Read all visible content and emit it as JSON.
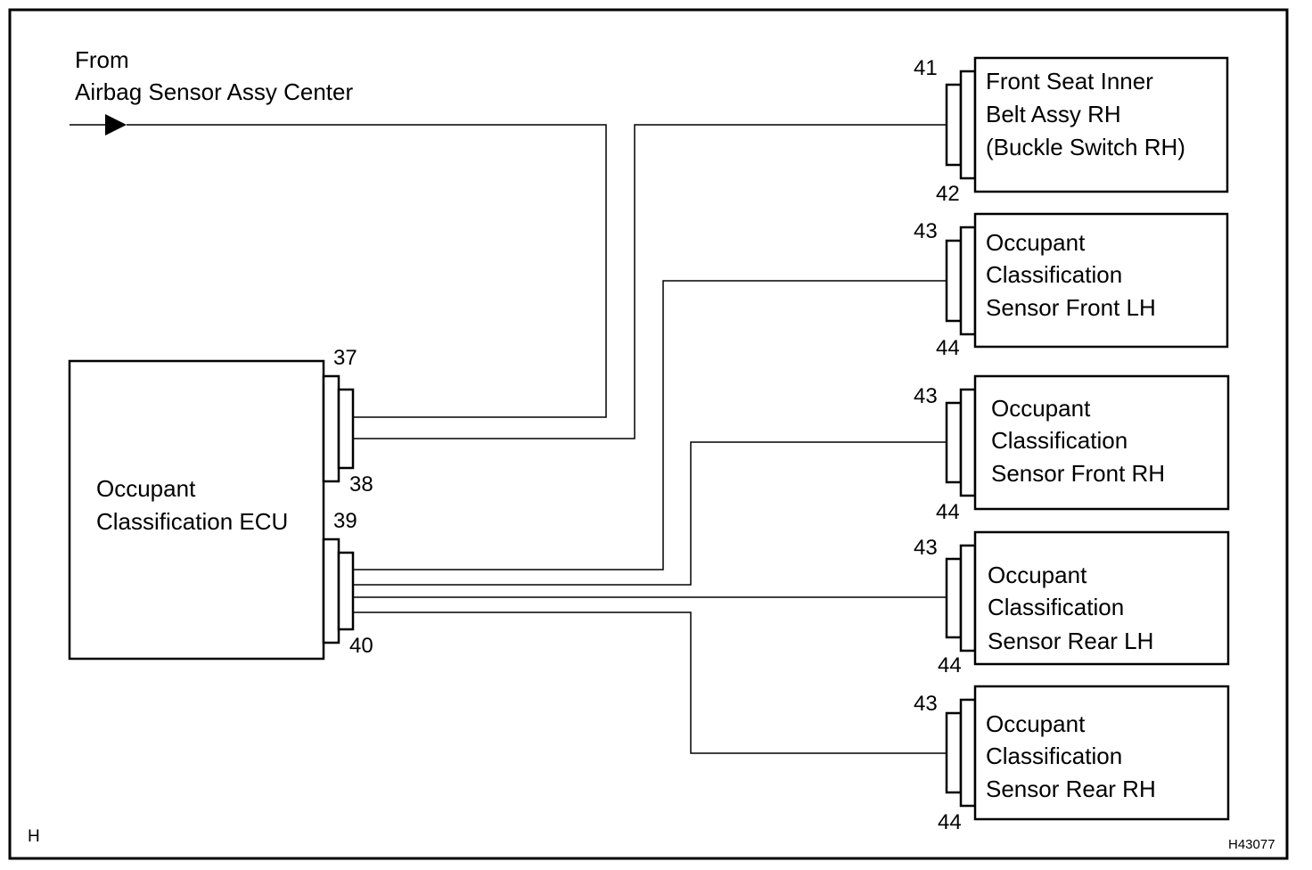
{
  "source": {
    "line1": "From",
    "line2": "Airbag Sensor Assy Center"
  },
  "ecu": {
    "label_line1": "Occupant",
    "label_line2": "Classification ECU",
    "pins": {
      "p37": "37",
      "p38": "38",
      "p39": "39",
      "p40": "40"
    }
  },
  "components": [
    {
      "lines": [
        "Front Seat Inner",
        "Belt Assy RH",
        "(Buckle Switch RH)"
      ],
      "pin_top": "41",
      "pin_bottom": "42"
    },
    {
      "lines": [
        "Occupant",
        "Classification",
        "Sensor Front LH"
      ],
      "pin_top": "43",
      "pin_bottom": "44"
    },
    {
      "lines": [
        "Occupant",
        "Classification",
        "Sensor Front RH"
      ],
      "pin_top": "43",
      "pin_bottom": "44"
    },
    {
      "lines": [
        "Occupant",
        "Classification",
        "Sensor Rear LH"
      ],
      "pin_top": "43",
      "pin_bottom": "44"
    },
    {
      "lines": [
        "Occupant",
        "Classification",
        "Sensor Rear RH"
      ],
      "pin_top": "43",
      "pin_bottom": "44"
    }
  ],
  "corner_left": "H",
  "figure_code": "H43077"
}
